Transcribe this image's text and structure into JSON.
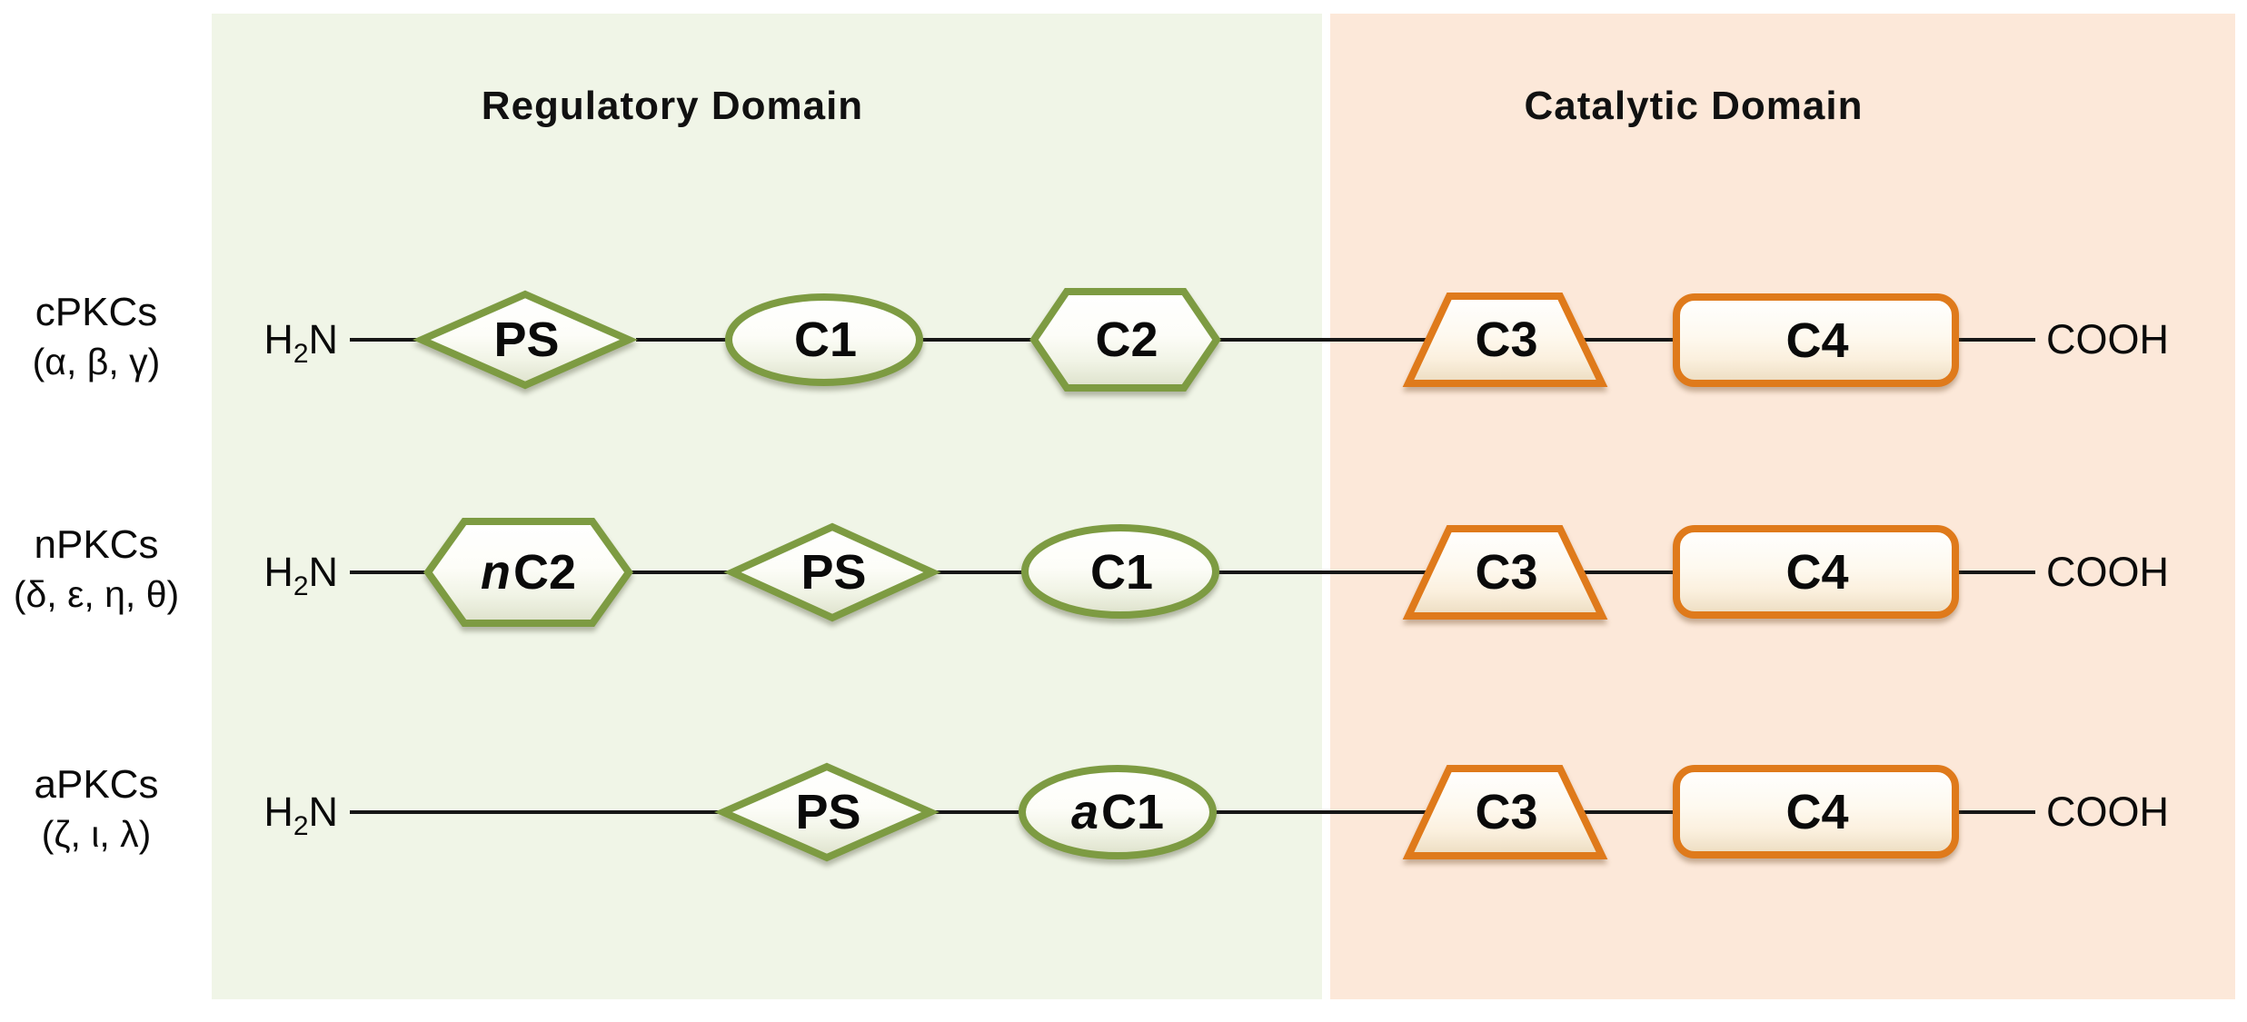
{
  "diagram": {
    "subject": "PKC isoform domain structure",
    "headers": {
      "regulatory": "Regulatory Domain",
      "catalytic": "Catalytic Domain"
    },
    "panel_colors": {
      "regulatory_background": "#f0f5e7",
      "catalytic_background": "#fce8d9",
      "page_background": "#ffffff"
    },
    "shape_colors": {
      "regulatory_border": "#7d9b42",
      "catalytic_border": "#df7a1b",
      "shape_fill_light": "#ffffff",
      "regulatory_fill": "#f1f4e6",
      "catalytic_fill": "#fbf0de",
      "backbone_line": "#161616"
    },
    "terminals": {
      "amino_main": "H",
      "amino_sub": "2",
      "amino_tail": "N",
      "carboxyl": "COOH"
    },
    "rows": [
      {
        "family": "cPKCs",
        "isoforms": "(α, β, γ)",
        "domains": [
          {
            "id": "PS",
            "shape": "diamond",
            "prefix": "",
            "label": "PS"
          },
          {
            "id": "C1",
            "shape": "ellipse",
            "prefix": "",
            "label": "C1"
          },
          {
            "id": "C2",
            "shape": "hexagon",
            "prefix": "",
            "label": "C2"
          },
          {
            "id": "C3",
            "shape": "trapezoid",
            "prefix": "",
            "label": "C3"
          },
          {
            "id": "C4",
            "shape": "rounded-rect",
            "prefix": "",
            "label": "C4"
          }
        ]
      },
      {
        "family": "nPKCs",
        "isoforms": "(δ, ε, η, θ)",
        "domains": [
          {
            "id": "nC2",
            "shape": "hexagon",
            "prefix": "n",
            "label": "C2"
          },
          {
            "id": "PS",
            "shape": "diamond",
            "prefix": "",
            "label": "PS"
          },
          {
            "id": "C1",
            "shape": "ellipse",
            "prefix": "",
            "label": "C1"
          },
          {
            "id": "C3",
            "shape": "trapezoid",
            "prefix": "",
            "label": "C3"
          },
          {
            "id": "C4",
            "shape": "rounded-rect",
            "prefix": "",
            "label": "C4"
          }
        ]
      },
      {
        "family": "aPKCs",
        "isoforms": "(ζ, ι, λ)",
        "domains": [
          {
            "id": "PS",
            "shape": "diamond",
            "prefix": "",
            "label": "PS"
          },
          {
            "id": "aC1",
            "shape": "ellipse",
            "prefix": "a",
            "label": "C1"
          },
          {
            "id": "C3",
            "shape": "trapezoid",
            "prefix": "",
            "label": "C3"
          },
          {
            "id": "C4",
            "shape": "rounded-rect",
            "prefix": "",
            "label": "C4"
          }
        ]
      }
    ]
  }
}
